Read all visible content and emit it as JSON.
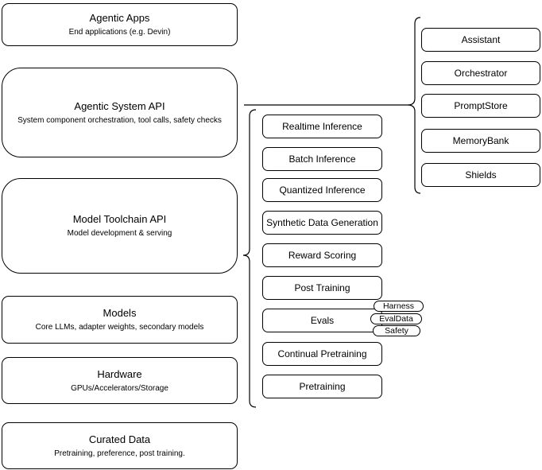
{
  "diagram": {
    "background_color": "#ffffff",
    "stroke_color": "#000000",
    "left_stack": [
      {
        "title": "Agentic Apps",
        "subtitle": "End applications (e.g. Devin)"
      },
      {
        "title": "Agentic System API",
        "subtitle": "System component orchestration, tool calls, safety checks"
      },
      {
        "title": "Model Toolchain API",
        "subtitle": "Model development & serving"
      },
      {
        "title": "Models",
        "subtitle": "Core LLMs, adapter weights, secondary models"
      },
      {
        "title": "Hardware",
        "subtitle": "GPUs/Accelerators/Storage"
      },
      {
        "title": "Curated Data",
        "subtitle": "Pretraining, preference, post training."
      }
    ],
    "toolchain_components": [
      "Realtime Inference",
      "Batch Inference",
      "Quantized Inference",
      "Synthetic Data Generation",
      "Reward Scoring",
      "Post Training",
      "Evals",
      "Continual Pretraining",
      "Pretraining"
    ],
    "eval_badges": [
      "Harness",
      "EvalData",
      "Safety"
    ],
    "system_components": [
      "Assistant",
      "Orchestrator",
      "PromptStore",
      "MemoryBank",
      "Shields"
    ]
  }
}
